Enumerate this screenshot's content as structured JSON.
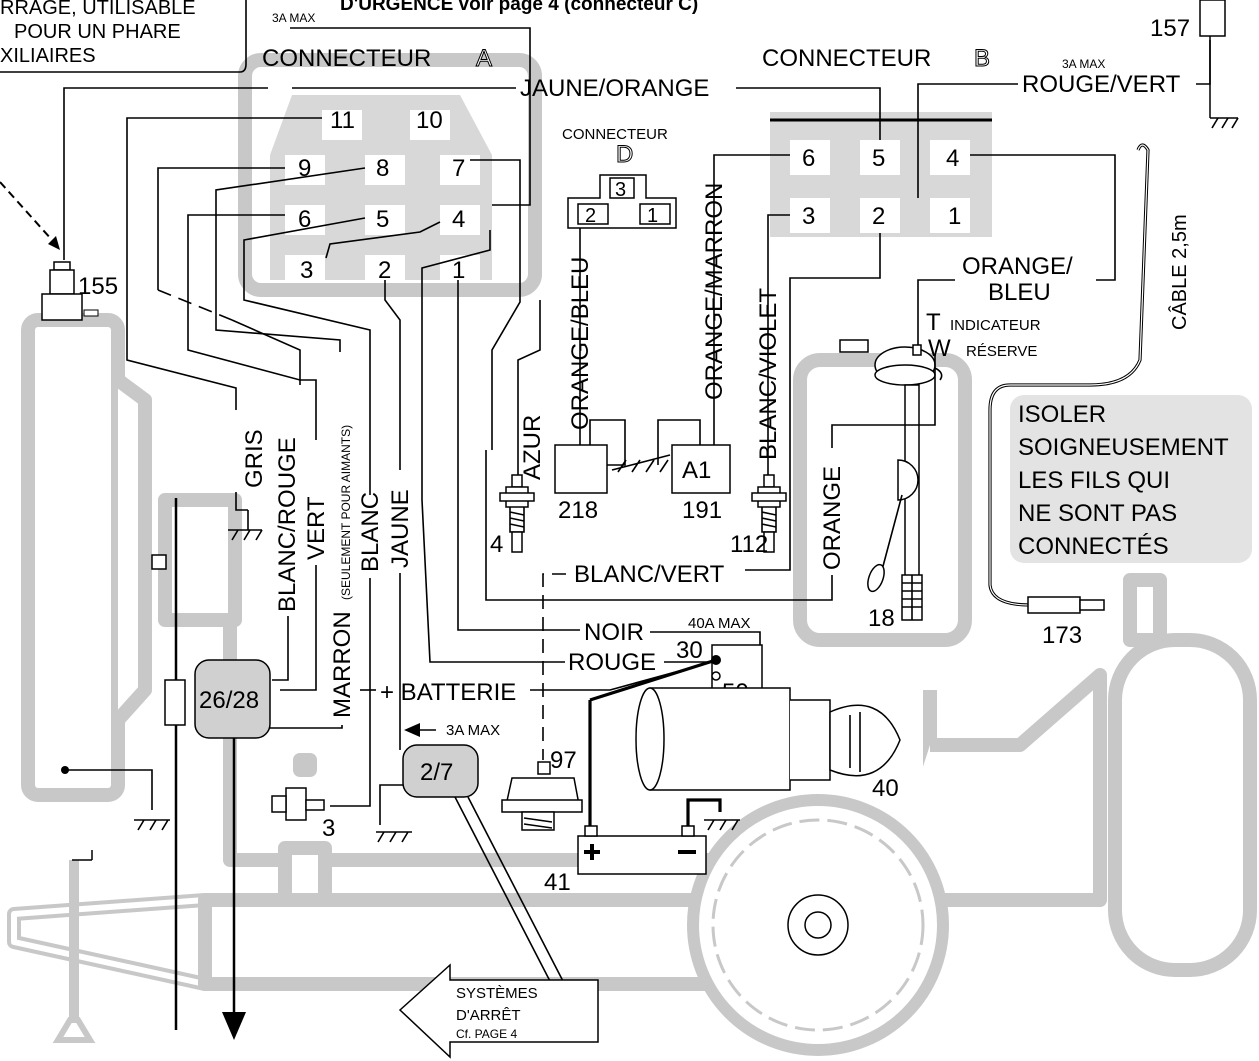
{
  "texts": {
    "top_left_line1": "RRAGE, UTILISABLE",
    "top_left_line2": "POUR UN PHARE",
    "top_left_line3": "XILIAIRES",
    "top_title": "D'URGENCE voir page 4 (connecteur C)",
    "a3max_top": "3A MAX",
    "connecteur_a": "CONNECTEUR",
    "connecteur_a_letter": "A",
    "connecteur_b": "CONNECTEUR",
    "connecteur_b_letter": "B",
    "jaune_orange": "JAUNE/ORANGE",
    "a3max_right": "3A MAX",
    "rouge_vert": "ROUGE/VERT",
    "connecteur_d": "CONNECTEUR",
    "connecteur_d_letter": "D",
    "orange_bleu_v": "ORANGE/BLEU",
    "orange_marron_v": "ORANGE/MARRON",
    "blanc_violet_v": "BLANC/VIOLET",
    "orange_bleu_h1": "ORANGE/",
    "orange_bleu_h2": "BLEU",
    "indicateur_t": "T",
    "indicateur": "INDICATEUR",
    "reserve_w": "W",
    "reserve": "RÉSERVE",
    "cable": "CÂBLE 2,5m",
    "note_1": "ISOLER",
    "note_2": "SOIGNEUSEMENT",
    "note_3": "LES FILS QUI",
    "note_4": "NE SONT PAS",
    "note_5": "CONNECTÉS",
    "gris": "GRIS",
    "blanc_rouge": "BLANC/ROUGE",
    "vert": "VERT",
    "marron": "MARRON",
    "seulement": "(SEULEMENT POUR AIMANTS)",
    "blanc": "BLANC",
    "jaune": "JAUNE",
    "azur": "AZUR",
    "orange": "ORANGE",
    "blanc_vert": "BLANC/VERT",
    "noir": "NOIR",
    "a40max": "40A MAX",
    "rouge": "ROUGE",
    "batterie": "+ BATTERIE",
    "a3max_bottom": "3A MAX",
    "arret_1": "SYSTÈMES",
    "arret_2": "D'ARRÊT",
    "arret_3": "Cf. PAGE 4"
  },
  "connector_a_pins": [
    "11",
    "10",
    "9",
    "8",
    "7",
    "6",
    "5",
    "4",
    "3",
    "2",
    "1"
  ],
  "connector_b_pins": [
    "6",
    "5",
    "4",
    "3",
    "2",
    "1"
  ],
  "connector_d_pins": [
    "3",
    "2",
    "1"
  ],
  "components": {
    "c157": "157",
    "c155": "155",
    "c218": "218",
    "c191": "191",
    "c191_label": "A1",
    "c4": "4",
    "c112": "112",
    "c18": "18",
    "c173": "173",
    "c30": "30",
    "c50": "50",
    "c40": "40",
    "c97": "97",
    "c41": "41",
    "c3": "3",
    "c2628": "26/28",
    "c27": "2/7"
  },
  "colors": {
    "chassis": "#c8c8c8",
    "note_bg": "#e3e3e3",
    "connector": "#d8d8d8"
  }
}
